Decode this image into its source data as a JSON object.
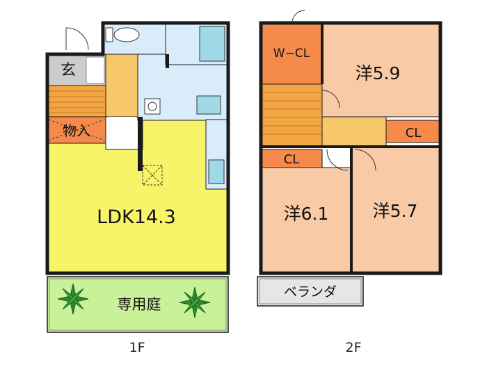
{
  "colors": {
    "ldk": "#f7f46a",
    "bedroom": "#f8caa5",
    "closet": "#f58a4a",
    "stairs": "#f2a744",
    "corridor": "#f6c86a",
    "wet_area": "#d9ecf9",
    "fixture": "#9fd8e7",
    "entrance": "#cccccc",
    "storage": "#f58a4a",
    "garden": "#c9f19a",
    "balcony": "#e6e6e6",
    "wall": "#1a1a1a"
  },
  "floor1": {
    "entrance": "玄",
    "storage": "物入",
    "ldk": "LDK14.3",
    "garden": "専用庭",
    "floor_label": "1F"
  },
  "floor2": {
    "walk_in_closet": "W−CL",
    "room_a": "洋5.9",
    "closet_right": "CL",
    "closet_left": "CL",
    "room_b": "洋6.1",
    "room_c": "洋5.7",
    "balcony": "ベランダ",
    "floor_label": "2F"
  }
}
